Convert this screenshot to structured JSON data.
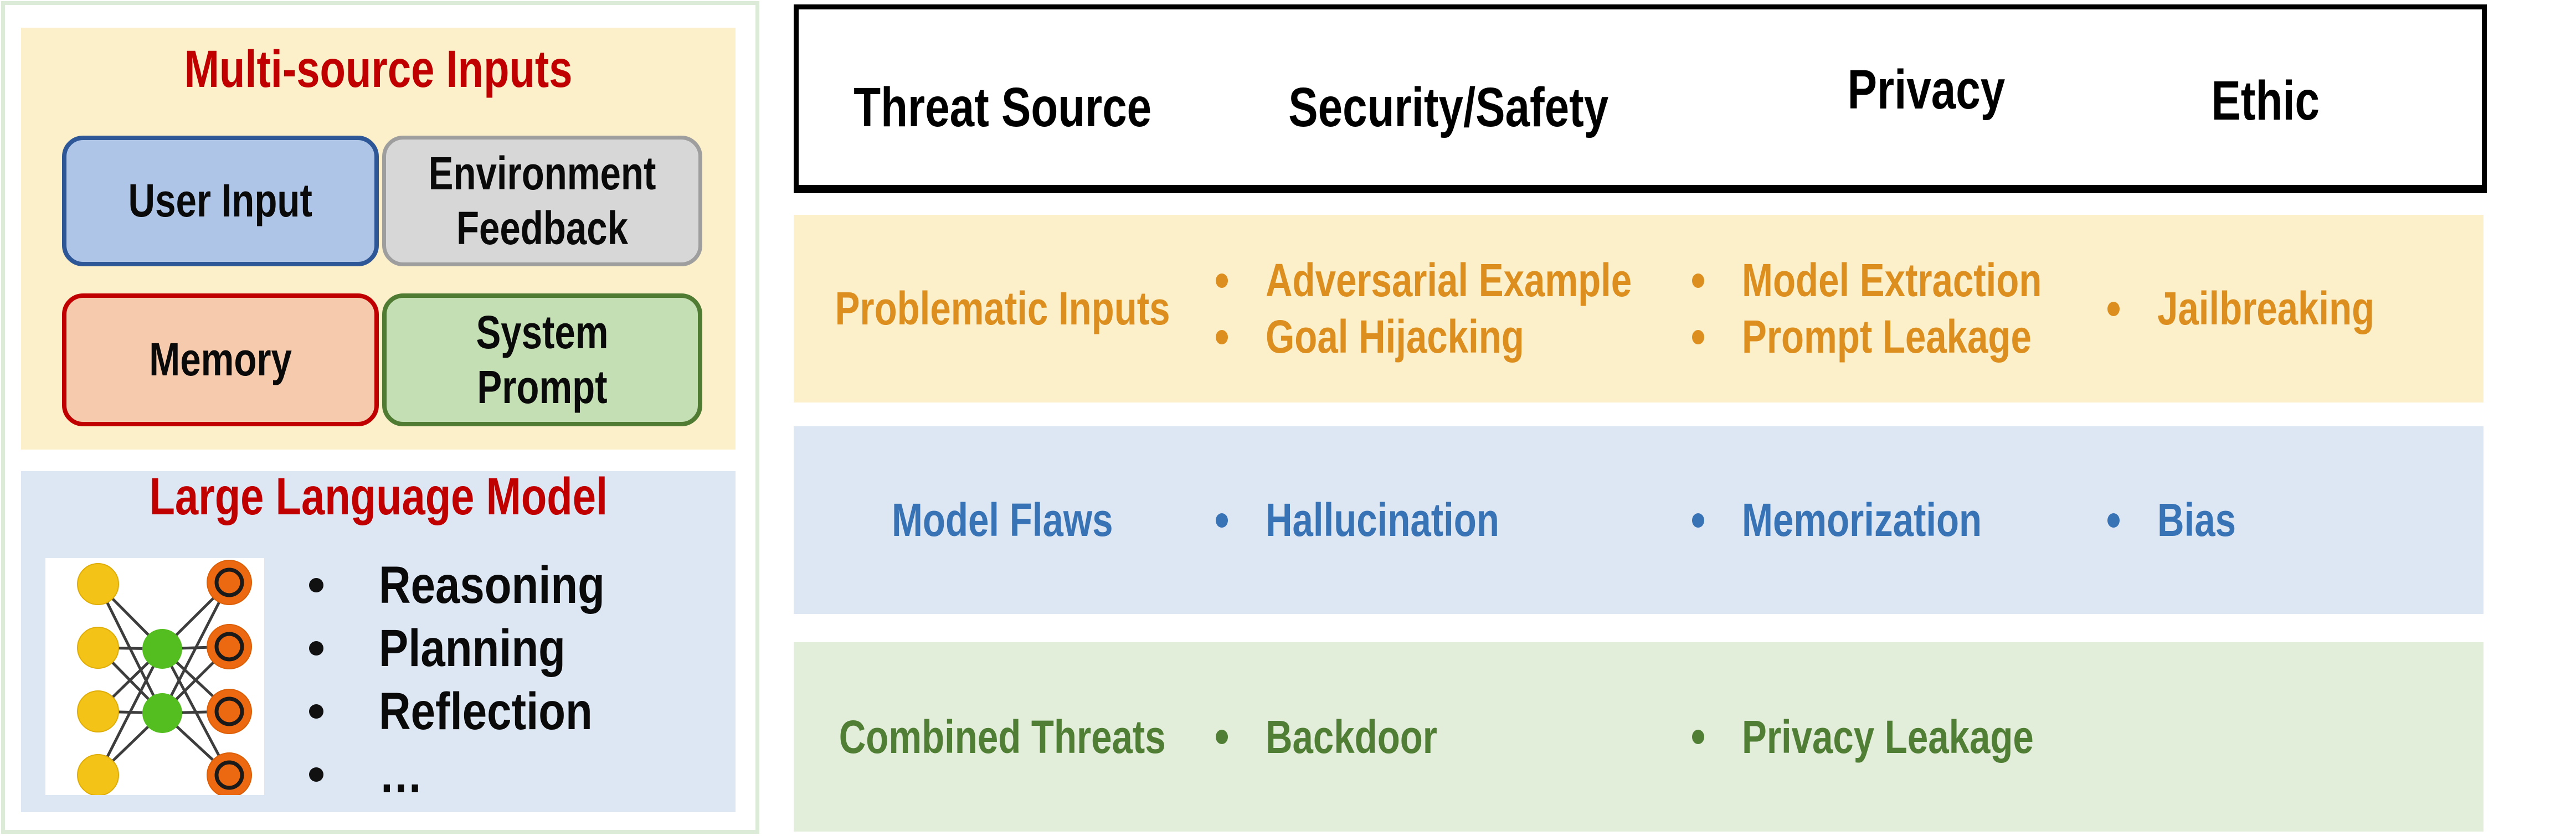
{
  "palette": {
    "title_red": "#C00000",
    "row1_bg": "#FCF0CA",
    "row1_text": "#DC8E1E",
    "row2_bg": "#DDE7F3",
    "row2_text": "#3873B6",
    "row3_bg": "#E2EDDA",
    "row3_text": "#507E35",
    "header_border": "#000000",
    "left_frame_border": "#DCEAD8"
  },
  "left": {
    "inputs_panel": {
      "title": "Multi-source Inputs",
      "bg": "#FCF0CA",
      "boxes": [
        {
          "label": "User Input",
          "fill": "#AEC5E8",
          "border": "#2D5796"
        },
        {
          "label": "Environment Feedback",
          "fill": "#D7D7D7",
          "border": "#9E9E9E"
        },
        {
          "label": "Memory",
          "fill": "#F6CAAC",
          "border": "#C00000"
        },
        {
          "label": "System Prompt",
          "fill": "#C5DFB4",
          "border": "#4F7B33"
        }
      ]
    },
    "llm_panel": {
      "title": "Large Language Model",
      "bg": "#DDE7F3",
      "icon": "neural-network-icon",
      "capabilities": [
        "Reasoning",
        "Planning",
        "Reflection",
        "…"
      ]
    }
  },
  "table": {
    "headers": [
      "Threat Source",
      "Security/Safety",
      "Privacy",
      "Ethic"
    ],
    "rows": [
      {
        "source": "Problematic Inputs",
        "text_color": "#DC8E1E",
        "bg": "#FCF0CA",
        "security_safety": [
          "Adversarial Example",
          "Goal Hijacking"
        ],
        "privacy": [
          "Model Extraction",
          "Prompt Leakage"
        ],
        "ethic": [
          "Jailbreaking"
        ]
      },
      {
        "source": "Model Flaws",
        "text_color": "#3873B6",
        "bg": "#DDE7F3",
        "security_safety": [
          "Hallucination"
        ],
        "privacy": [
          "Memorization"
        ],
        "ethic": [
          "Bias"
        ]
      },
      {
        "source": "Combined Threats",
        "text_color": "#507E35",
        "bg": "#E2EDDA",
        "security_safety": [
          "Backdoor"
        ],
        "privacy": [
          "Privacy Leakage"
        ],
        "ethic": []
      }
    ]
  }
}
